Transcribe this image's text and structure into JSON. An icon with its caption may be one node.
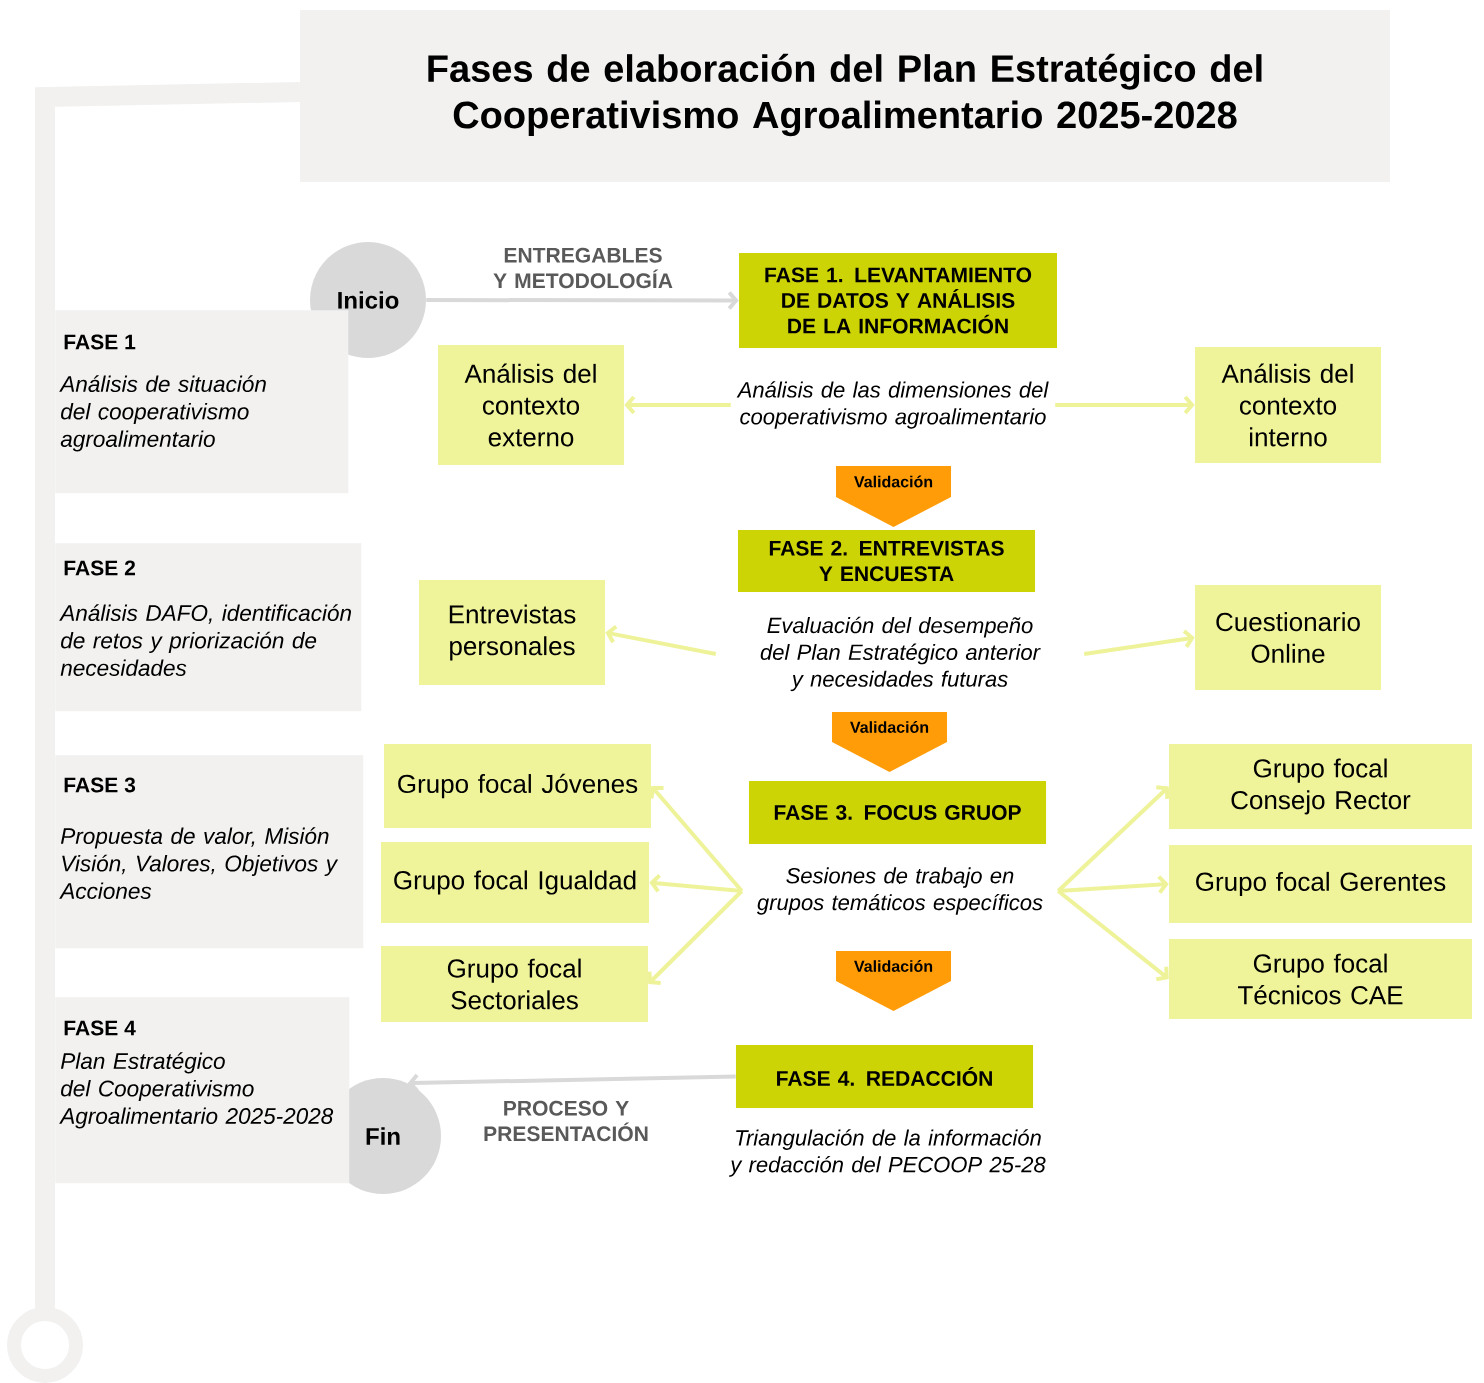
{
  "diagram": {
    "title": "Fases de elaboración del Plan Estratégico del Cooperativismo Agroalimentario 2025-2028",
    "nodes": [
      {
        "text": [
          "Inicio"
        ]
      },
      {
        "text": [
          "FASE 1. LEVANTAMIENTO DE DATOS Y ANÁLISIS DE LA INFORMACIÓN"
        ]
      },
      {
        "text": [
          "Análisis de las dimensiones del cooperativismo agroalimentario"
        ]
      },
      {
        "text": [
          "Análisis del contexto externo"
        ]
      },
      {
        "text": [
          "Análisis del contexto interno"
        ]
      },
      {
        "text": [
          "Validación"
        ]
      },
      {
        "text": [
          "FASE 2. ENTREVISTAS Y ENCUESTA"
        ]
      },
      {
        "text": [
          "Evaluación del desempeño del Plan Estratégico anterior y necesidades futuras"
        ]
      },
      {
        "text": [
          "Entrevistas personales"
        ]
      },
      {
        "text": [
          "Cuestionario Online"
        ]
      },
      {
        "text": [
          "Validación"
        ]
      },
      {
        "text": [
          "FASE 3. FOCUS GRUOP"
        ]
      },
      {
        "text": [
          "Sesiones de trabajo en grupos temáticos específicos"
        ]
      },
      {
        "text": [
          "Grupo focal Jóvenes"
        ]
      },
      {
        "text": [
          "Grupo focal Igualdad"
        ]
      },
      {
        "text": [
          "Grupo focal Sectoriales"
        ]
      },
      {
        "text": [
          "Grupo focal Consejo Rector"
        ]
      },
      {
        "text": [
          "Grupo focal Gerentes"
        ]
      },
      {
        "text": [
          "Grupo focal Técnicos CAE"
        ]
      },
      {
        "text": [
          "Validación"
        ]
      },
      {
        "text": [
          "FASE 4. REDACCIÓN"
        ],
        "beside": [
          "Triangulación de la información y redacción del PECOOP 25-28"
        ]
      },
      {
        "text": [
          "Fin"
        ]
      },
      {
        "text": [
          "FASE 1",
          "Análisis de situación del cooperativismo agroalimentario"
        ]
      },
      {
        "text": [
          "FASE 2",
          "Análisis DAFO, identificación de retos y priorización de necesidades"
        ]
      },
      {
        "text": [
          "FASE 3",
          "Propuesta de valor, Misión Visión, Valores, Objetivos y Acciones"
        ]
      },
      {
        "text": [
          "FASE 4",
          "Plan Estratégico del Cooperativismo Agroalimentario 2025-2028"
        ]
      }
    ],
    "edges": [
      {
        "from": 0,
        "to": 1,
        "arrow": "to",
        "label": "ENTREGABLES Y METODOLOGÍA",
        "color": "#d9d9d9"
      },
      {
        "from": 2,
        "to": 3,
        "arrow": "to"
      },
      {
        "from": 2,
        "to": 4,
        "arrow": "to"
      },
      {
        "from": 7,
        "to": 8,
        "arrow": "to"
      },
      {
        "from": 7,
        "to": 9,
        "arrow": "to"
      },
      {
        "from": 12,
        "to": 13,
        "arrow": "to"
      },
      {
        "from": 12,
        "to": 14,
        "arrow": "to"
      },
      {
        "from": 12,
        "to": 15,
        "arrow": "to"
      },
      {
        "from": 12,
        "to": 16,
        "arrow": "to"
      },
      {
        "from": 12,
        "to": 17,
        "arrow": "to"
      },
      {
        "from": 12,
        "to": 18,
        "arrow": "to"
      },
      {
        "from": 20,
        "to": 21,
        "arrow": "to",
        "label": "PROCESO Y PRESENTACIÓN",
        "color": "#d9d9d9"
      }
    ]
  }
}
